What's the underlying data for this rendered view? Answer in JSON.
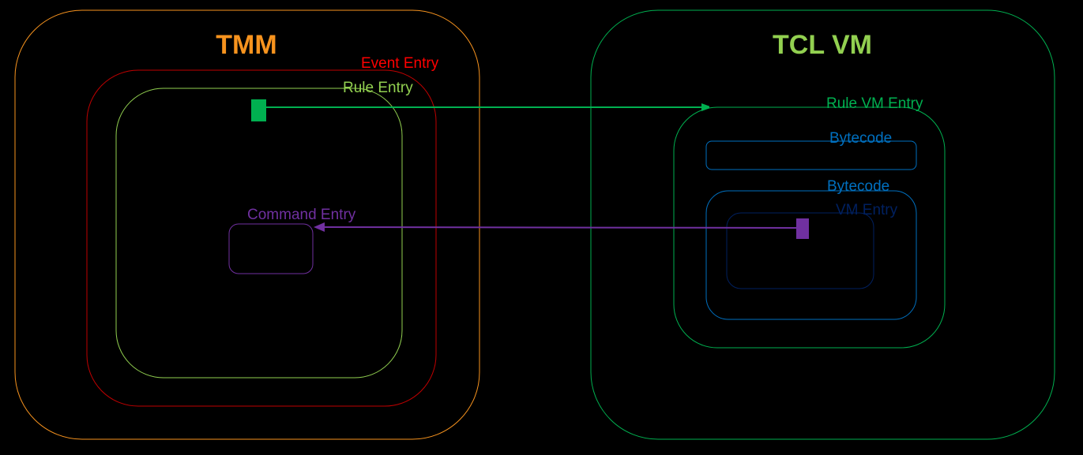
{
  "tmm": {
    "title": "TMM",
    "event_entry": "Event Entry",
    "rule_entry": "Rule Entry",
    "command_entry": "Command Entry"
  },
  "tclvm": {
    "title": "TCL VM",
    "rule_vm_entry": "Rule VM Entry",
    "bytecode_1": "Bytecode",
    "bytecode_2": "Bytecode",
    "vm_entry": "VM Entry"
  },
  "colors": {
    "tmm": "#f7931e",
    "event": "#e00000",
    "rule": "#92d050",
    "command": "#7030a0",
    "tclvm": "#00b050",
    "bytecode": "#0070c0",
    "vm": "#002060",
    "tcltitle": "#92d050"
  }
}
